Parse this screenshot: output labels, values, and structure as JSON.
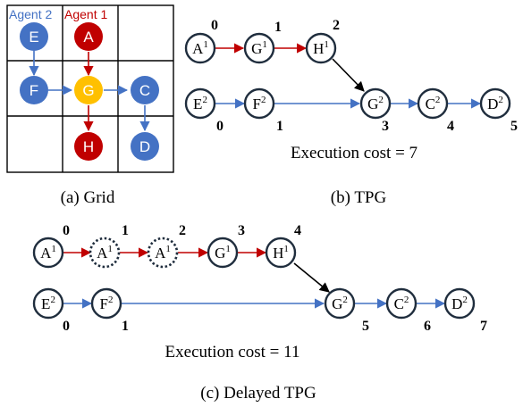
{
  "grid": {
    "legend": {
      "agent2": "Agent 2",
      "agent1": "Agent 1"
    },
    "cells": [
      {
        "label": "E",
        "color": "#4472C4"
      },
      {
        "label": "A",
        "color": "#C00000"
      },
      {
        "label": "F",
        "color": "#4472C4"
      },
      {
        "label": "G",
        "color": "#FFC000"
      },
      {
        "label": "C",
        "color": "#4472C4"
      },
      {
        "label": "H",
        "color": "#C00000"
      },
      {
        "label": "D",
        "color": "#4472C4"
      }
    ],
    "caption": "(a) Grid"
  },
  "tpg": {
    "row1": [
      {
        "label": "A",
        "sup": "1",
        "t": "0"
      },
      {
        "label": "G",
        "sup": "1",
        "t": "1"
      },
      {
        "label": "H",
        "sup": "1",
        "t": "2"
      }
    ],
    "row2": [
      {
        "label": "E",
        "sup": "2",
        "t": "0"
      },
      {
        "label": "F",
        "sup": "2",
        "t": "1"
      },
      {
        "label": "G",
        "sup": "2",
        "t": "3"
      },
      {
        "label": "C",
        "sup": "2",
        "t": "4"
      },
      {
        "label": "D",
        "sup": "2",
        "t": "5"
      }
    ],
    "cost": "Execution cost = 7",
    "caption": "(b) TPG"
  },
  "delayed": {
    "row1": [
      {
        "label": "A",
        "sup": "1",
        "t": "0",
        "dotted": false
      },
      {
        "label": "A",
        "sup": "1",
        "t": "1",
        "dotted": true
      },
      {
        "label": "A",
        "sup": "1",
        "t": "2",
        "dotted": true
      },
      {
        "label": "G",
        "sup": "1",
        "t": "3",
        "dotted": false
      },
      {
        "label": "H",
        "sup": "1",
        "t": "4",
        "dotted": false
      }
    ],
    "row2": [
      {
        "label": "E",
        "sup": "2",
        "t": "0"
      },
      {
        "label": "F",
        "sup": "2",
        "t": "1"
      },
      {
        "label": "G",
        "sup": "2",
        "t": "5"
      },
      {
        "label": "C",
        "sup": "2",
        "t": "6"
      },
      {
        "label": "D",
        "sup": "2",
        "t": "7"
      }
    ],
    "cost": "Execution cost = 11",
    "caption": "(c) Delayed TPG"
  },
  "colors": {
    "agent1": "#C00000",
    "agent2": "#4472C4",
    "shared": "#FFC000",
    "node_border": "#1F2D3D",
    "dependency": "#000000"
  }
}
